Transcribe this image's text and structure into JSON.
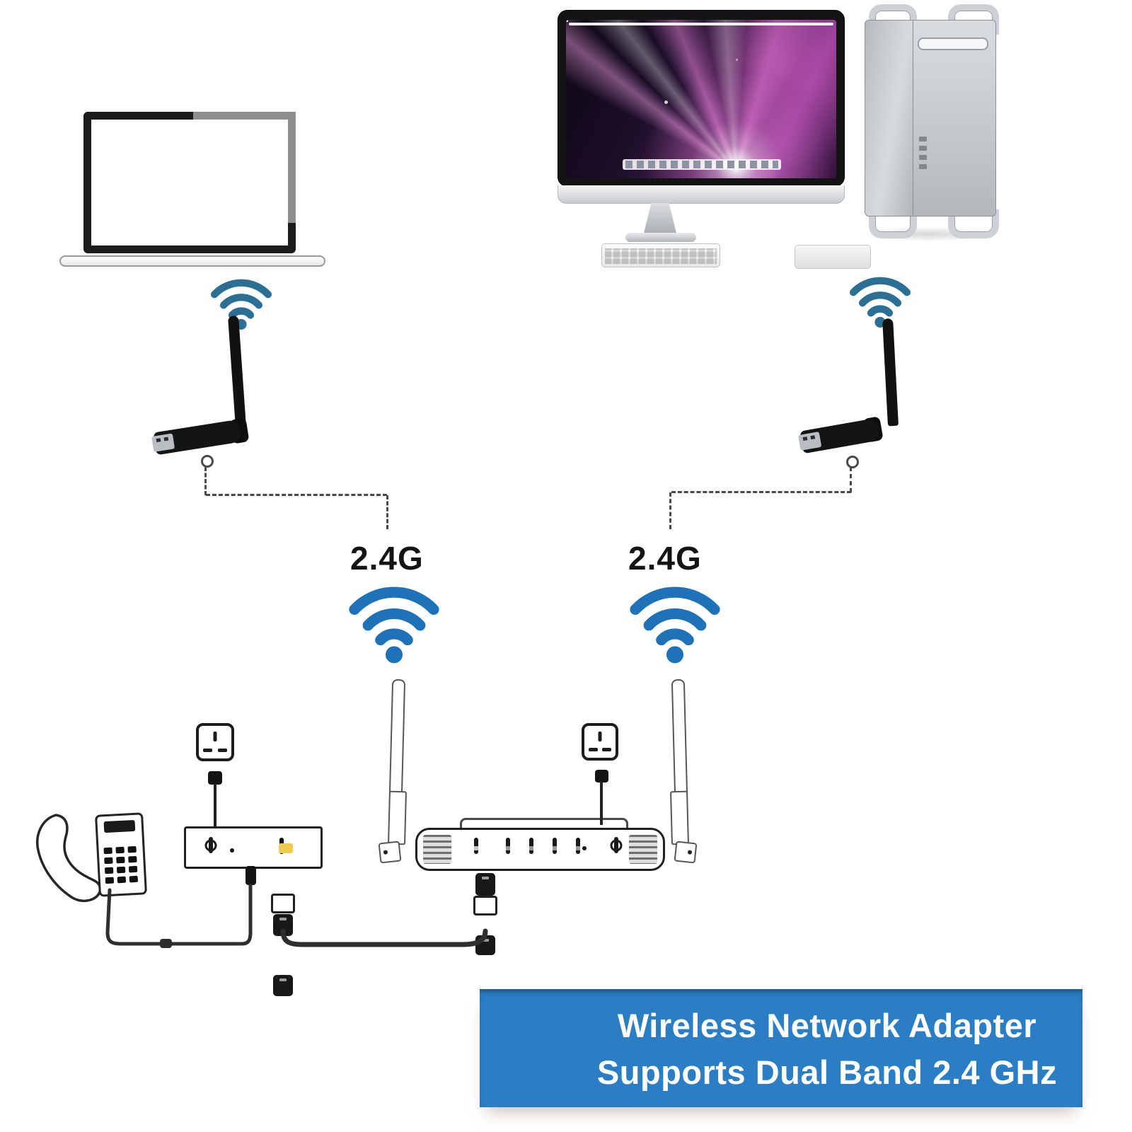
{
  "labels": {
    "band_left": "2.4G",
    "band_right": "2.4G"
  },
  "banner": {
    "line1": "Wireless Network Adapter",
    "line2": "Supports Dual Band 2.4 GHz"
  },
  "colors": {
    "wifi_large": "#1d72b8",
    "wifi_small": "#2b6f94",
    "dashed_line": "#4a4a4a",
    "cable": "#2e2e2e",
    "banner_bg": "#2b7dc4",
    "banner_text": "#ffffff",
    "port_yellow": "#eecb52",
    "port_blue": "#3f86c6",
    "band_label": "#141414"
  },
  "icons": {
    "wifi": "three concentric arcs with dot",
    "power_socket": "uk 3-pin socket slots",
    "power_button": "power symbol circle with bar"
  }
}
